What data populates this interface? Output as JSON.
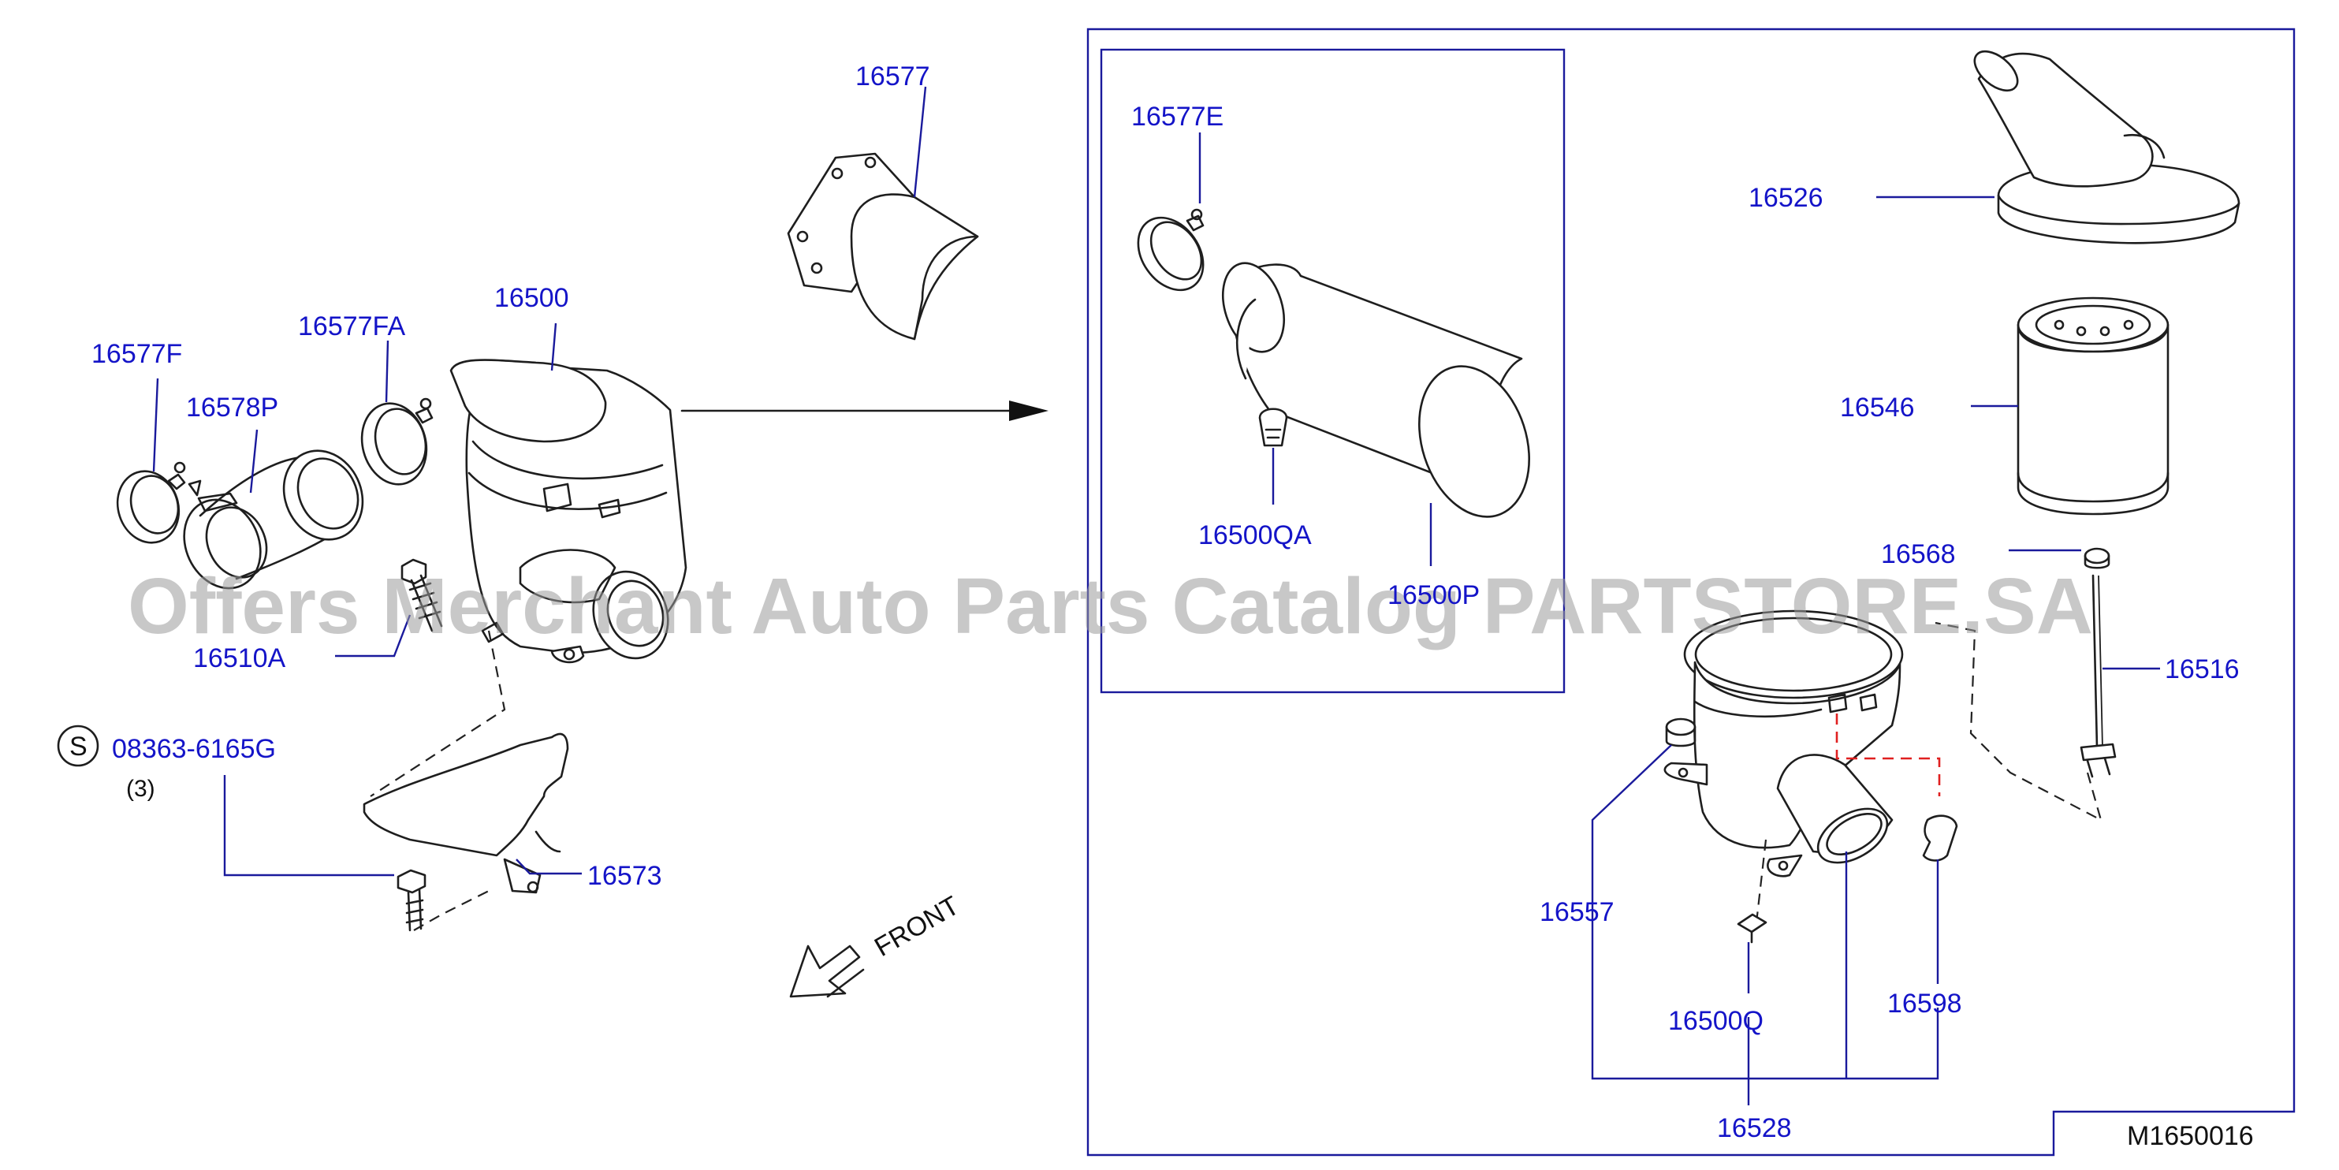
{
  "diagram_code": "M1650016",
  "watermark": "Offers Merchant Auto Parts Catalog PARTSTORE.SA",
  "front_label": "FRONT",
  "fastener_symbol": "S",
  "fastener_qty": "(3)",
  "parts": [
    {
      "id": "p16577",
      "label": "16577"
    },
    {
      "id": "p16577F",
      "label": "16577F"
    },
    {
      "id": "p16577FA",
      "label": "16577FA"
    },
    {
      "id": "p16500",
      "label": "16500"
    },
    {
      "id": "p16578P",
      "label": "16578P"
    },
    {
      "id": "p16510A",
      "label": "16510A"
    },
    {
      "id": "p08363",
      "label": "08363-6165G"
    },
    {
      "id": "p16573",
      "label": "16573"
    },
    {
      "id": "p16577E",
      "label": "16577E"
    },
    {
      "id": "p16500QA",
      "label": "16500QA"
    },
    {
      "id": "p16500P",
      "label": "16500P"
    },
    {
      "id": "p16526",
      "label": "16526"
    },
    {
      "id": "p16546",
      "label": "16546"
    },
    {
      "id": "p16568",
      "label": "16568"
    },
    {
      "id": "p16516",
      "label": "16516"
    },
    {
      "id": "p16557",
      "label": "16557"
    },
    {
      "id": "p16500Q",
      "label": "16500Q"
    },
    {
      "id": "p16598",
      "label": "16598"
    },
    {
      "id": "p16528",
      "label": "16528"
    }
  ],
  "colors": {
    "callout": "#1414c8",
    "frame": "#1a1a9c",
    "highlight_dash": "#e02020"
  }
}
